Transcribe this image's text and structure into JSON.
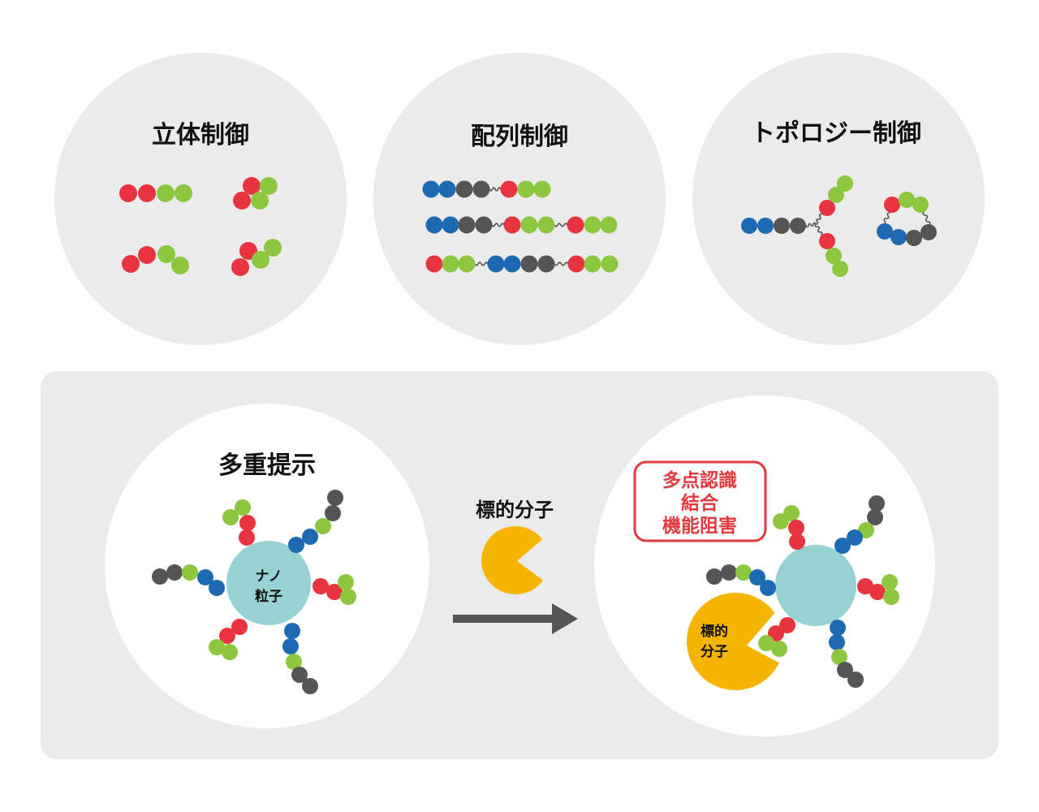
{
  "panels": [
    {
      "title": "立体制御"
    },
    {
      "title": "配列制御"
    },
    {
      "title": "トポロジー制御"
    }
  ],
  "multivalent": {
    "title": "多重提示",
    "nanoparticle_label": [
      "ナノ",
      "粒子"
    ]
  },
  "target": {
    "title": "標的分子",
    "bound_label": [
      "標的",
      "分子"
    ]
  },
  "effect_box": {
    "lines": [
      "多点認識",
      "結合",
      "機能阻害"
    ]
  },
  "colors": {
    "red": "#e8343f",
    "green": "#8dc63f",
    "blue": "#1d6ab3",
    "gray": "#555555",
    "panel_bg": "#ebebeb",
    "nanoparticle": "#96d1d4",
    "target": "#f5b400",
    "accent": "#e03a3e",
    "arrow": "#555555",
    "linker": "#555555"
  }
}
